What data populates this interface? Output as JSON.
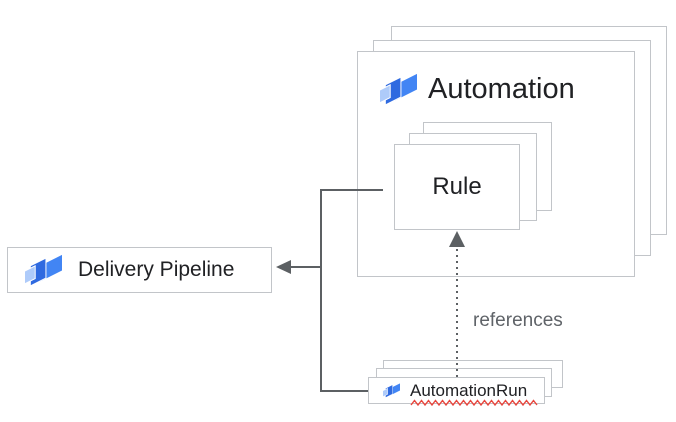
{
  "diagram": {
    "automation": {
      "label": "Automation",
      "icon": "cloud-deploy-icon",
      "stacked": true
    },
    "rule": {
      "label": "Rule",
      "stacked": true
    },
    "delivery_pipeline": {
      "label": "Delivery Pipeline",
      "icon": "cloud-deploy-icon"
    },
    "automation_run": {
      "label": "AutomationRun",
      "icon": "cloud-deploy-icon",
      "spellcheck_underline": true,
      "stacked": true
    },
    "edges": {
      "references_label": "references",
      "automation_run_to_rule": "dotted arrow up, labeled references",
      "rule_branch_to_delivery_pipeline": "solid arrow left"
    }
  },
  "colors": {
    "icon_blue_large": "#4285f4",
    "icon_blue_mid": "#2f6ae0",
    "icon_blue_small": "#aecbfa",
    "box_border": "#c2c5c9",
    "connector": "#5c6063",
    "label_text": "#202124",
    "muted_text": "#5f6368",
    "spellcheck_red": "#e8453c"
  }
}
